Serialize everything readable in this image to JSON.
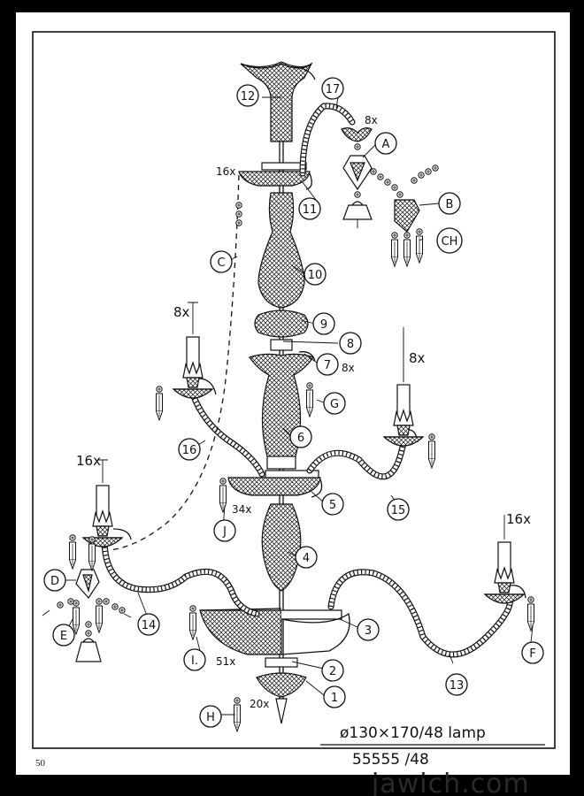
{
  "page": {
    "page_number": "50",
    "watermark": "jawich.com"
  },
  "title_block": {
    "line1": "ø130×170/48 lamp",
    "line2": "55555 /48"
  },
  "part_labels": [
    "1",
    "2",
    "3",
    "4",
    "5",
    "6",
    "7",
    "8",
    "9",
    "10",
    "11",
    "12",
    "13",
    "14",
    "15",
    "16",
    "17",
    "A",
    "B",
    "C",
    "CH",
    "D",
    "E",
    "F",
    "G",
    "H",
    "I.",
    "J"
  ],
  "quantity_notes": {
    "q_16x_top": "16x",
    "q_8x_a": "8x",
    "q_8x_left": "8x",
    "q_8x_right": "8x",
    "q_8x_g": "8x",
    "q_16x_left": "16x",
    "q_16x_right": "16x",
    "q_34x": "34x",
    "q_51x": "51x",
    "q_20x": "20x"
  }
}
